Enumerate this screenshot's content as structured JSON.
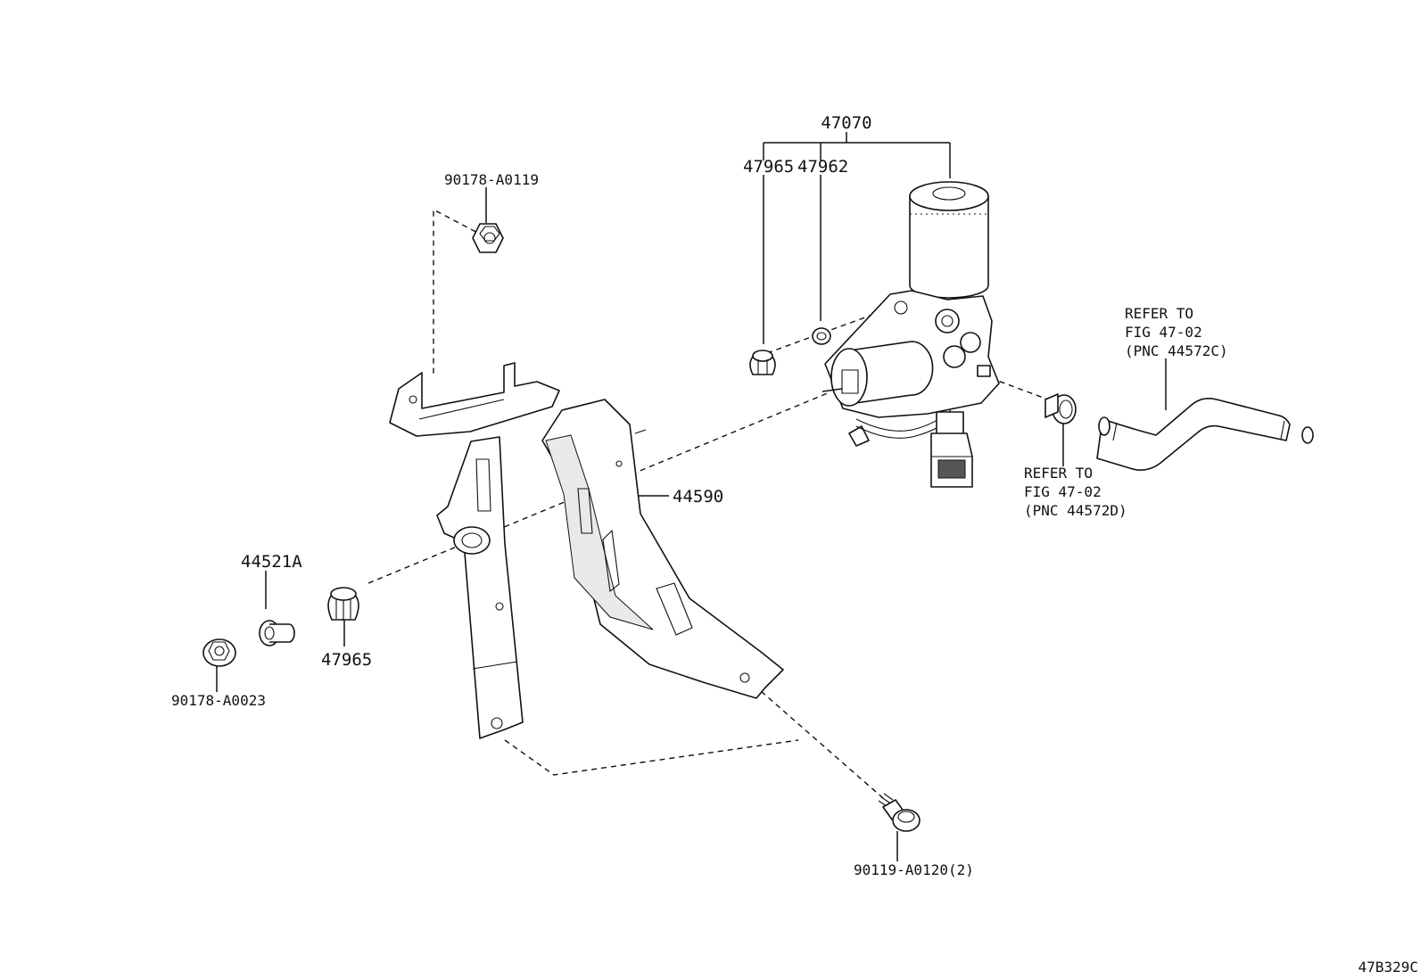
{
  "callouts": {
    "assembly": "47070",
    "plug_top": "47965",
    "gasket": "47962",
    "bolt_top": "90178-A0119",
    "bracket": "44590",
    "collar": "44521A",
    "plug_left": "47965",
    "nut_left": "90178-A0023",
    "bolt_bottom": "90119-A0120(2)"
  },
  "refs": {
    "hose": [
      "REFER TO",
      "FIG 47-02",
      "(PNC 44572C)"
    ],
    "clamp": [
      "REFER TO",
      "FIG 47-02",
      "(PNC 44572D)"
    ]
  },
  "illustration_id": "47B329C"
}
